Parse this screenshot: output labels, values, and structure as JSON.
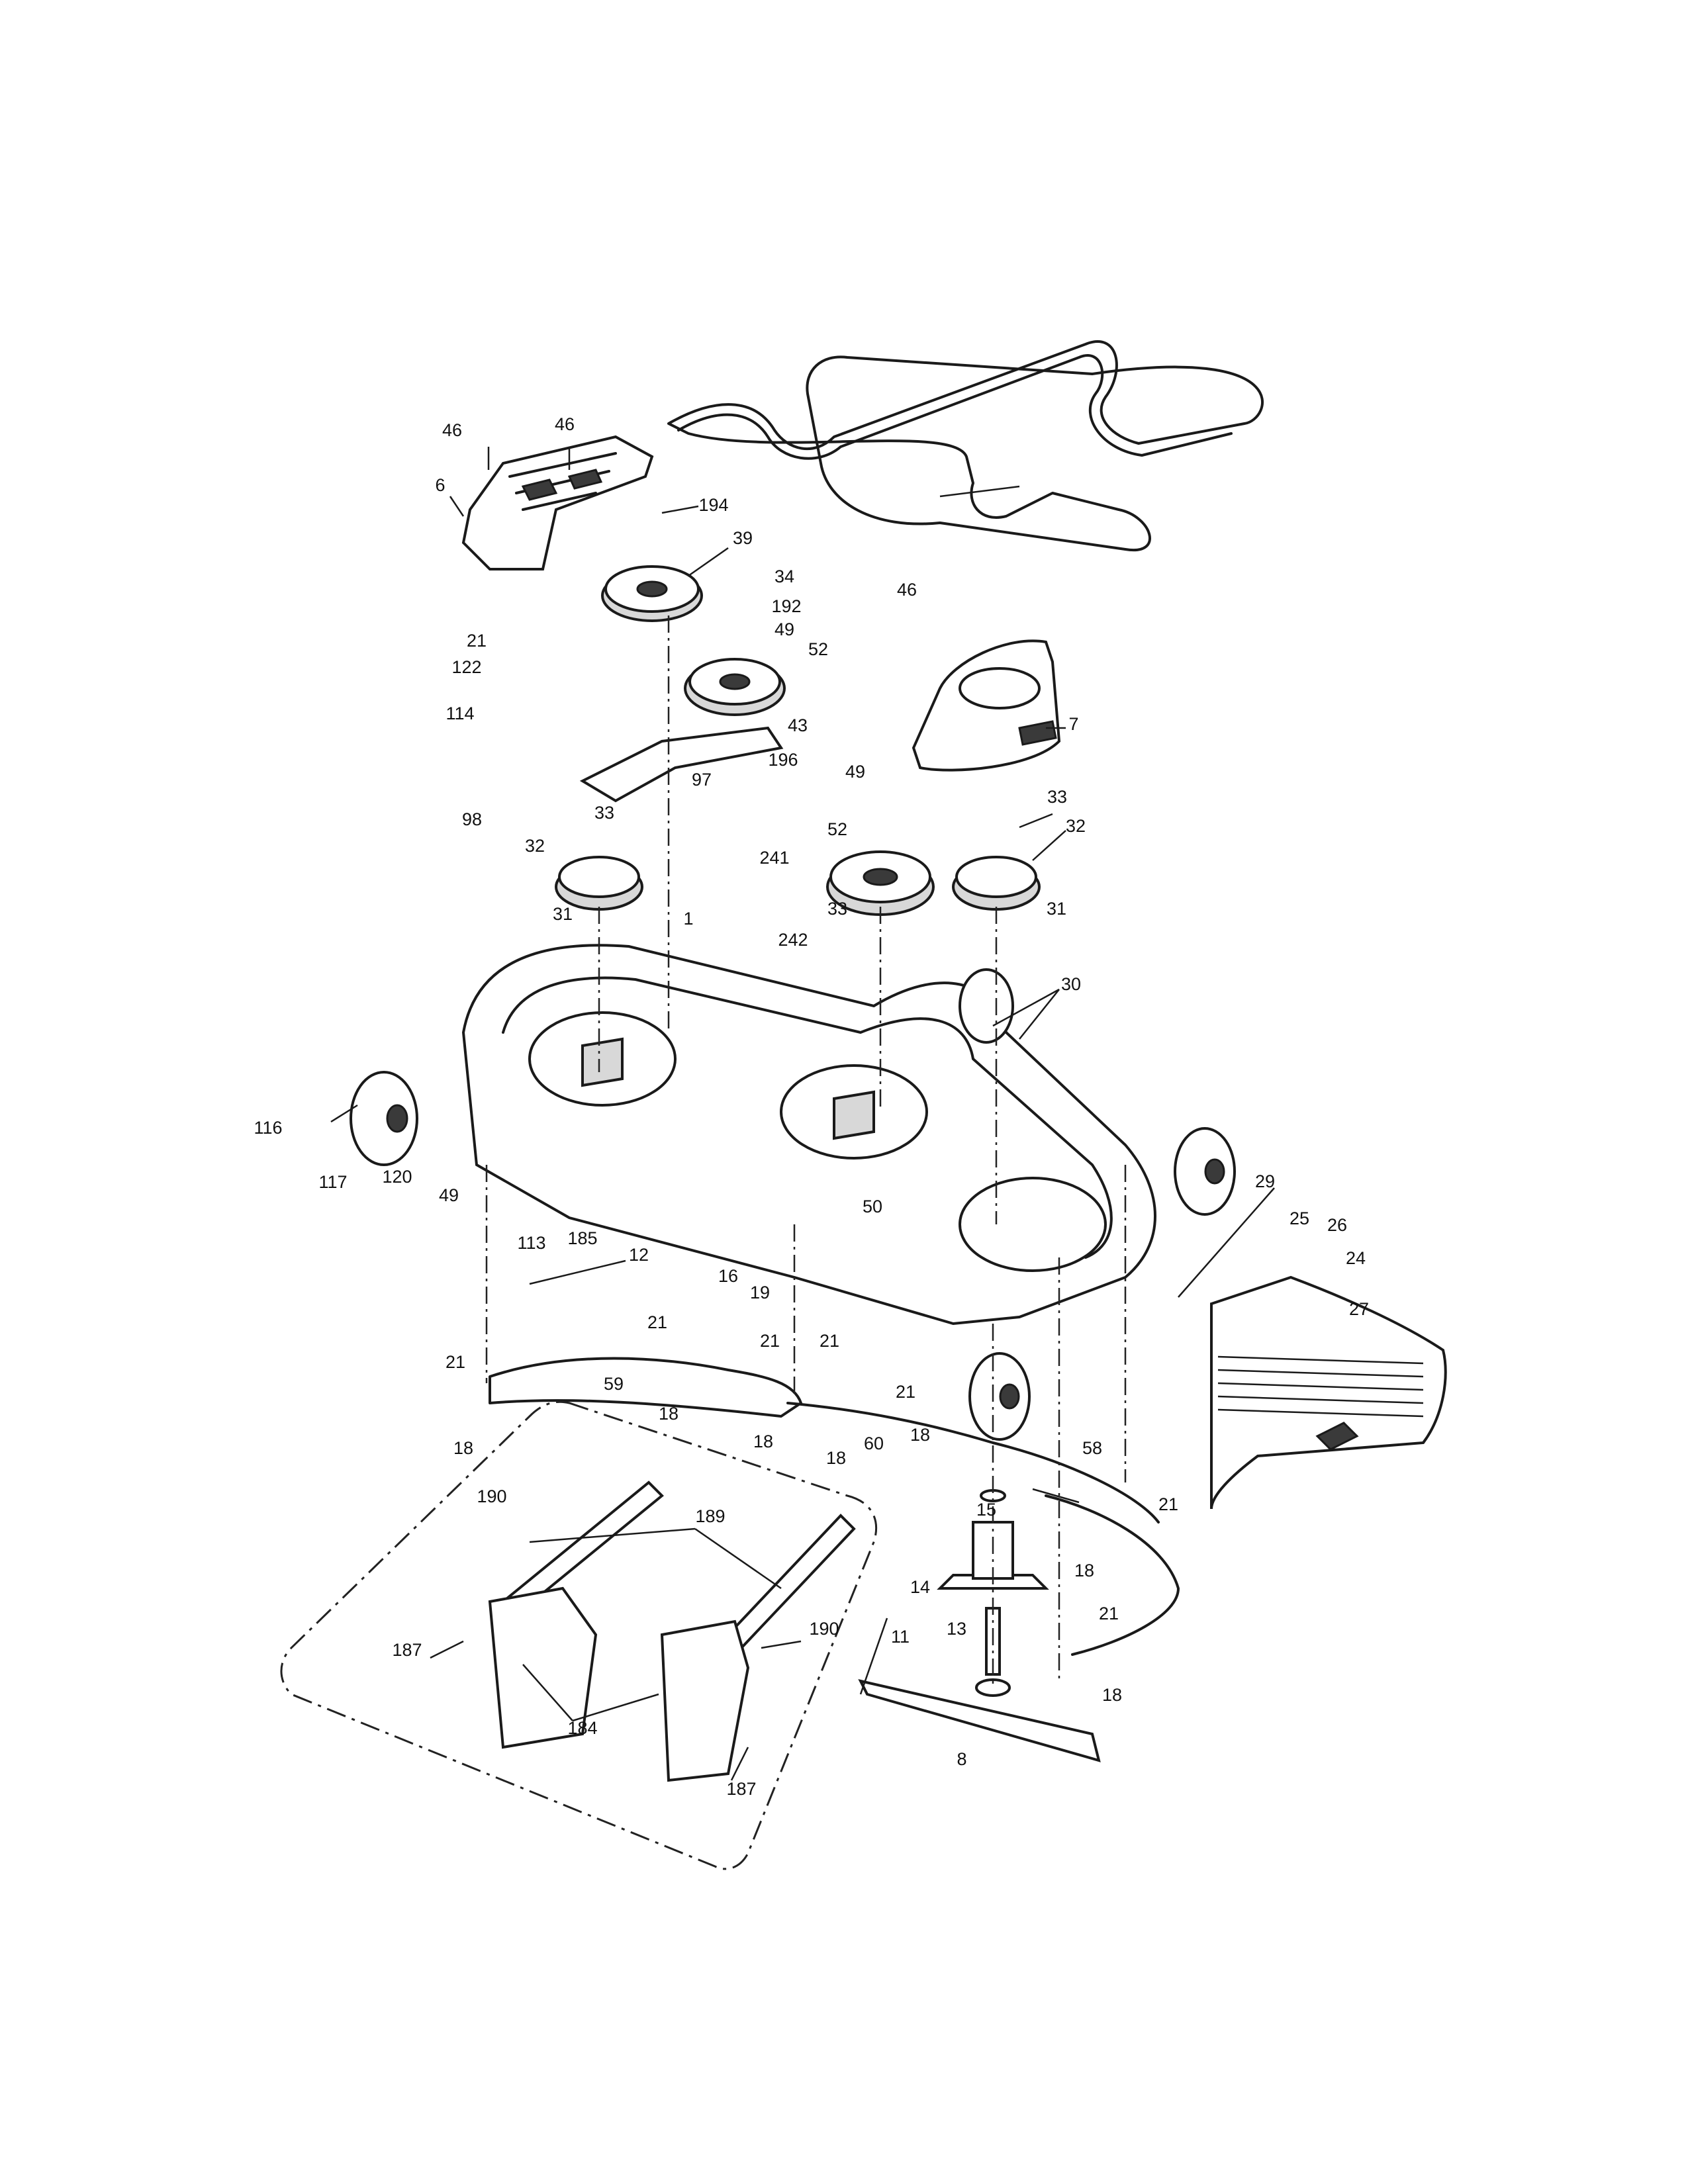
{
  "callouts": [
    "46",
    "46",
    "6",
    "194",
    "39",
    "34",
    "192",
    "49",
    "52",
    "43",
    "196",
    "21",
    "122",
    "114",
    "98",
    "97",
    "33",
    "32",
    "46",
    "7",
    "49",
    "52",
    "33",
    "32",
    "31",
    "241",
    "33",
    "242",
    "31",
    "1",
    "30",
    "116",
    "117",
    "120",
    "49",
    "113",
    "185",
    "50",
    "29",
    "25",
    "26",
    "24",
    "27",
    "12",
    "16",
    "19",
    "21",
    "21",
    "21",
    "21",
    "21",
    "59",
    "18",
    "18",
    "18",
    "18",
    "60",
    "18",
    "15",
    "14",
    "58",
    "21",
    "18",
    "13",
    "21",
    "11",
    "18",
    "8",
    "190",
    "189",
    "190",
    "187",
    "184",
    "187"
  ]
}
